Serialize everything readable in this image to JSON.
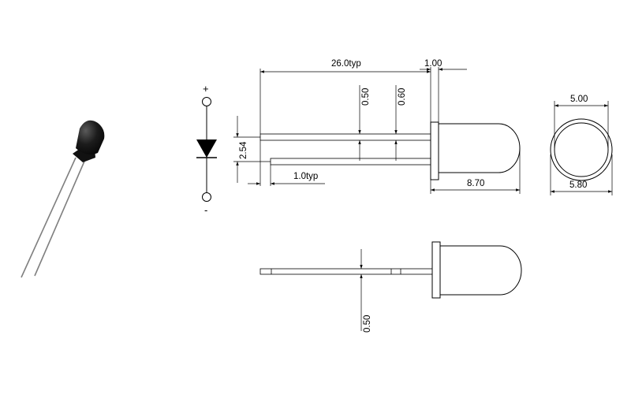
{
  "diagram": {
    "symbol": {
      "anode_label": "+",
      "cathode_label": "-",
      "icon": "diode-symbol-icon"
    },
    "dimensions": {
      "lead_length": "26.0typ",
      "flange_thickness": "1.00",
      "lead_width_short": "0.50",
      "lead_width_long": "0.60",
      "lead_spacing": "2.54",
      "lead_offset": "1.0typ",
      "body_length": "8.70",
      "lens_diameter": "5.00",
      "flange_diameter": "5.80",
      "lead_thickness": "0.50"
    },
    "colors": {
      "line": "#000000",
      "led_body": "#1a1a1a",
      "led_leads": "#8a8a8a"
    }
  }
}
